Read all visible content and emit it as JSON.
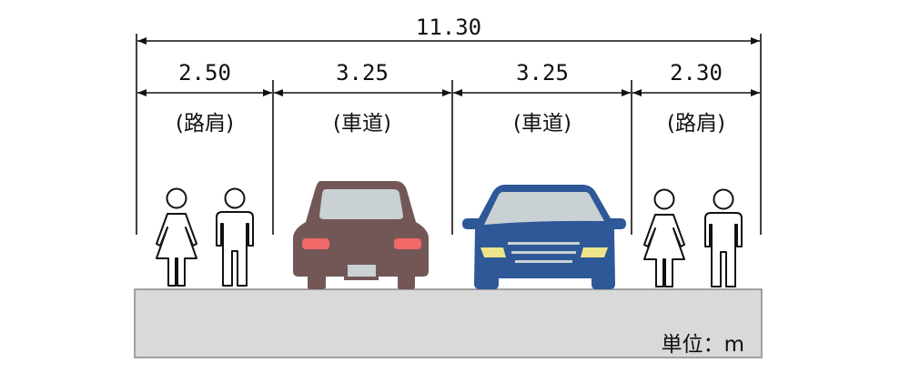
{
  "total_width": "11.30",
  "segments": [
    {
      "width": "2.50",
      "label": "(路肩)"
    },
    {
      "width": "3.25",
      "label": "(車道)"
    },
    {
      "width": "3.25",
      "label": "(車道)"
    },
    {
      "width": "2.30",
      "label": "(路肩)"
    }
  ],
  "unit_label": "単位：m",
  "colors": {
    "road": "#d9d9d9",
    "car_rear": "#735757",
    "car_front": "#2e5897",
    "window": "#c9d1d4",
    "tail_light": "#f06868",
    "head_light": "#ece58a"
  }
}
